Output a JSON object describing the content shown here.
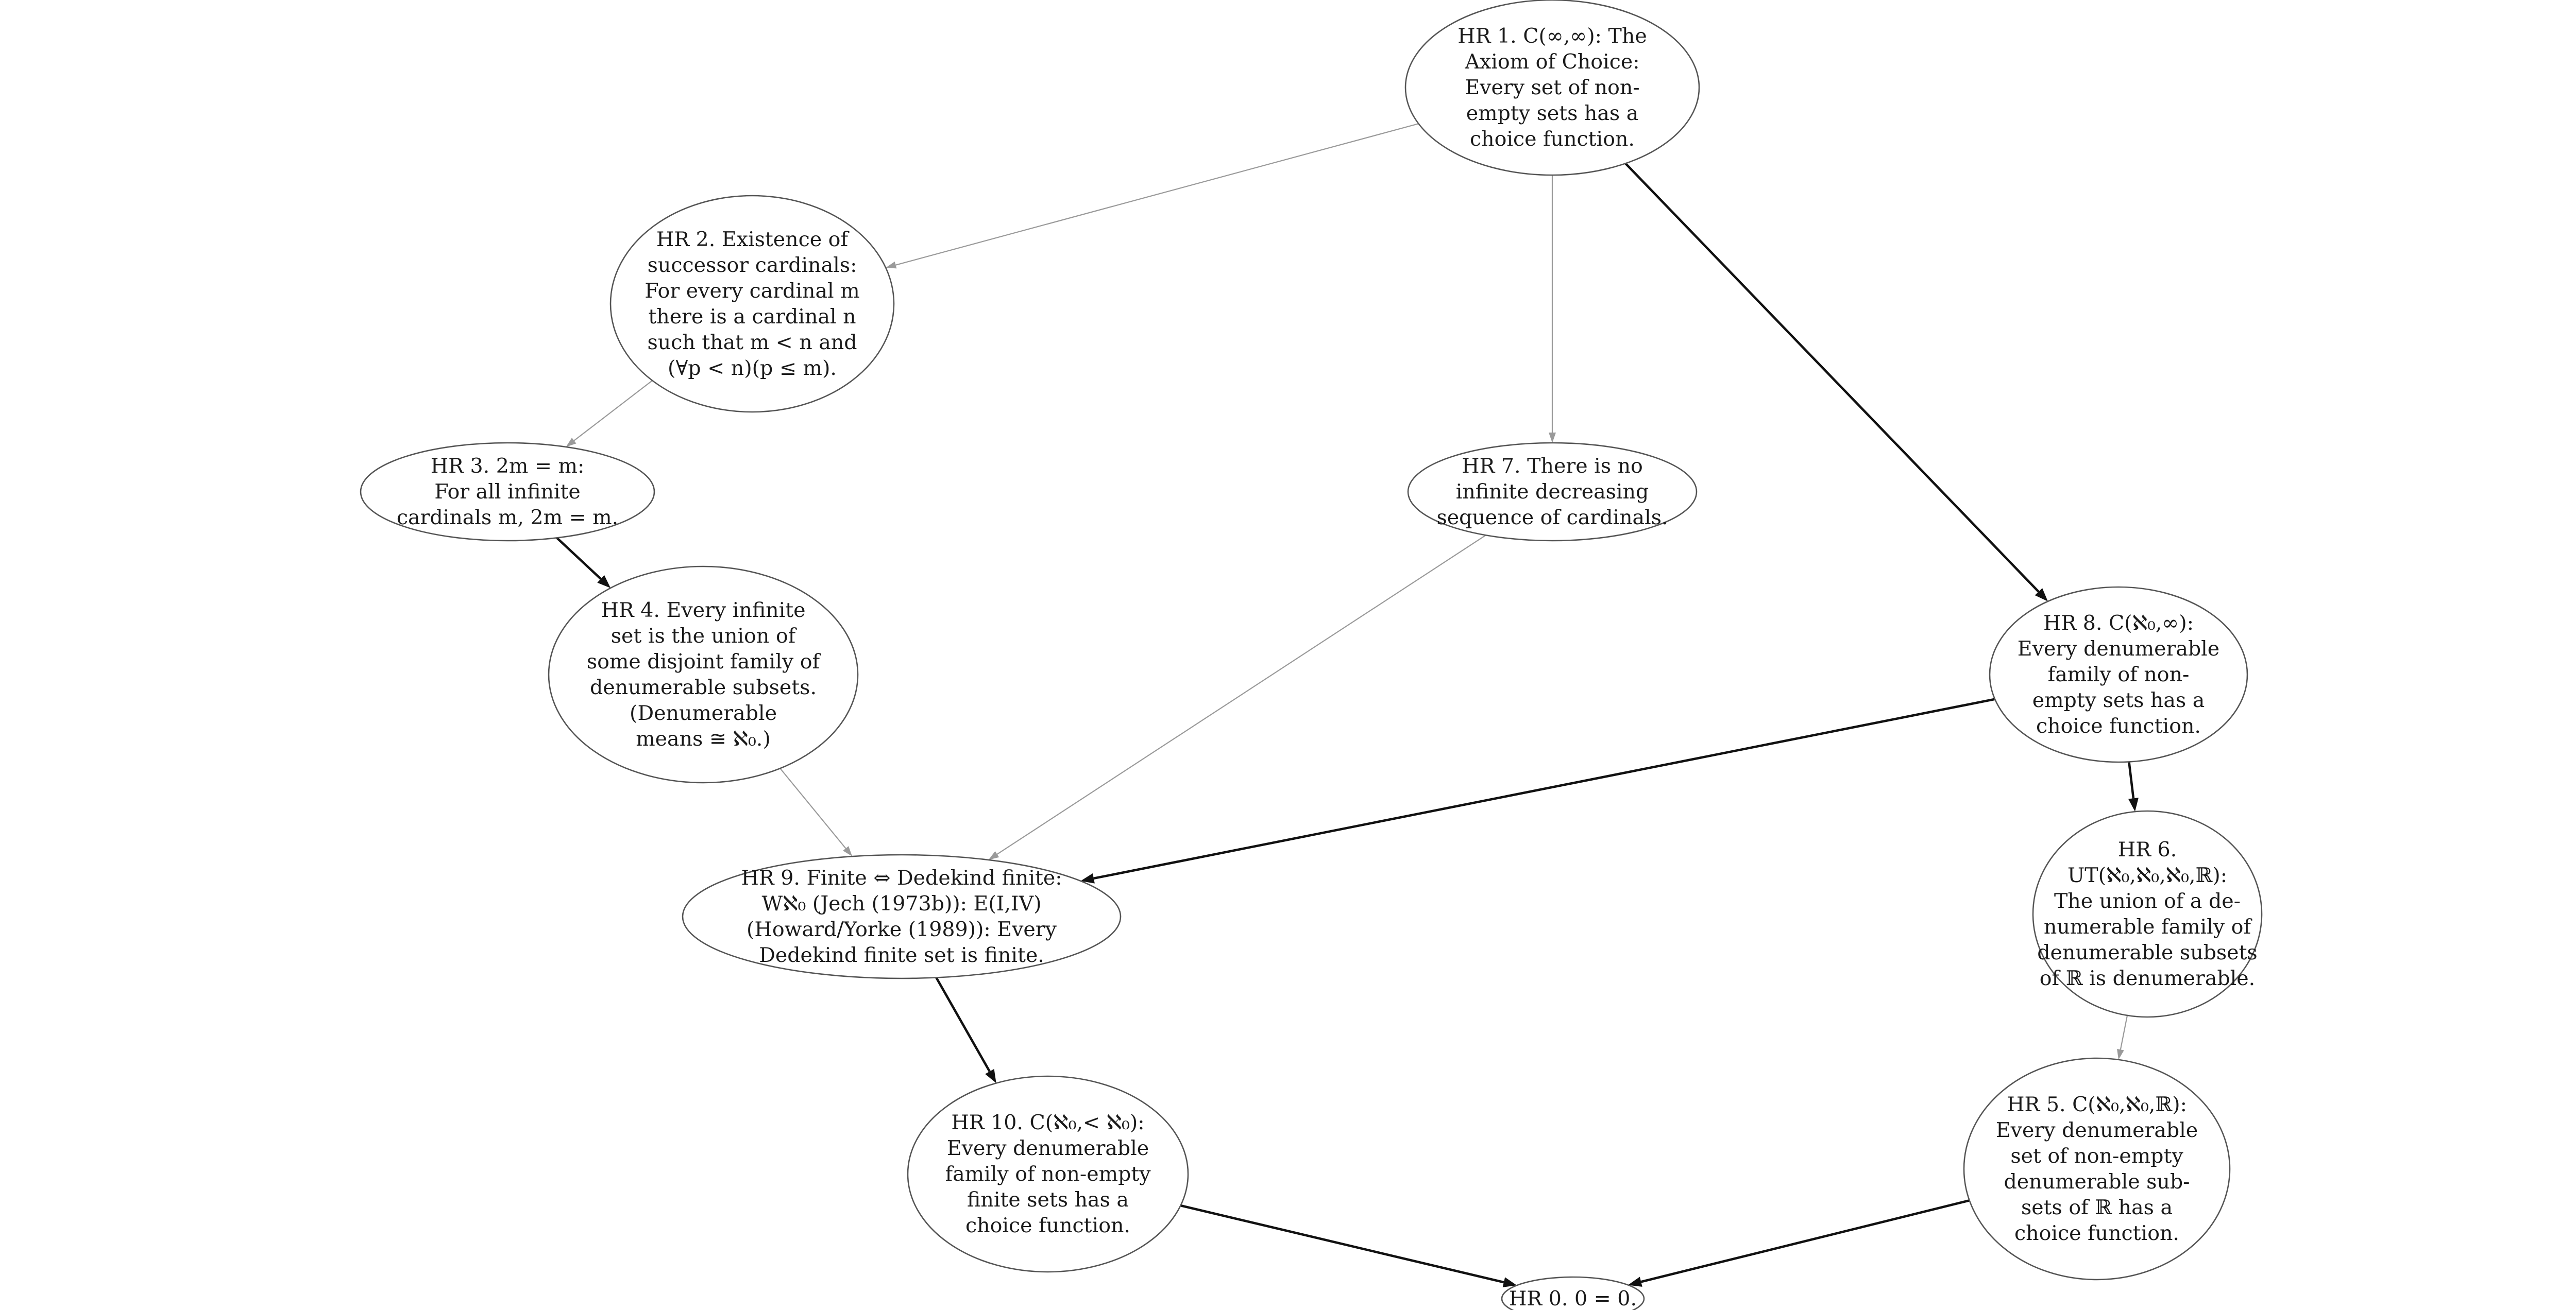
{
  "nodes": {
    "hr1": {
      "lines": [
        "HR 1. C(∞,∞): The",
        "Axiom of Choice:",
        "Every set of non-",
        "empty sets has a",
        "choice function."
      ]
    },
    "hr2": {
      "lines": [
        "HR 2. Existence of",
        "successor cardinals:",
        "For every cardinal m",
        "there is a cardinal n",
        "such that m < n and",
        "(∀p < n)(p ≤ m)."
      ]
    },
    "hr3": {
      "lines": [
        "HR 3. 2m = m:",
        "For all infinite",
        "cardinals m, 2m = m."
      ]
    },
    "hr4": {
      "lines": [
        "HR 4. Every infinite",
        "set is the union of",
        "some disjoint family of",
        "denumerable subsets.",
        "(Denumerable",
        "means ≅ ℵ₀.)"
      ]
    },
    "hr7": {
      "lines": [
        "HR 7. There is no",
        "infinite decreasing",
        "sequence of cardinals."
      ]
    },
    "hr8": {
      "lines": [
        "HR 8. C(ℵ₀,∞):",
        "Every denumerable",
        "family of non-",
        "empty sets has a",
        "choice function."
      ]
    },
    "hr9": {
      "lines": [
        "HR 9. Finite ⇔ Dedekind finite:",
        "Wℵ₀ (Jech (1973b)): E(I,IV)",
        "(Howard/Yorke (1989)): Every",
        "Dedekind finite set is finite."
      ]
    },
    "hr6": {
      "lines": [
        "HR 6.",
        "UT(ℵ₀,ℵ₀,ℵ₀,ℝ):",
        "The union of a de-",
        "numerable family of",
        "denumerable subsets",
        "of ℝ is denumerable."
      ]
    },
    "hr10": {
      "lines": [
        "HR 10. C(ℵ₀,< ℵ₀):",
        "Every denumerable",
        "family of non-empty",
        "finite sets has a",
        "choice function."
      ]
    },
    "hr5": {
      "lines": [
        "HR 5. C(ℵ₀,ℵ₀,ℝ):",
        "Every denumerable",
        "set of non-empty",
        "denumerable sub-",
        "sets of ℝ has a",
        "choice function."
      ]
    },
    "hr0": {
      "lines": [
        "HR 0. 0 = 0."
      ]
    }
  },
  "edges": [
    {
      "from": "hr1",
      "to": "hr2",
      "weight": "thin"
    },
    {
      "from": "hr1",
      "to": "hr7",
      "weight": "thin"
    },
    {
      "from": "hr1",
      "to": "hr8",
      "weight": "thick"
    },
    {
      "from": "hr2",
      "to": "hr3",
      "weight": "thin"
    },
    {
      "from": "hr3",
      "to": "hr4",
      "weight": "thick"
    },
    {
      "from": "hr4",
      "to": "hr9",
      "weight": "thin"
    },
    {
      "from": "hr7",
      "to": "hr9",
      "weight": "thin"
    },
    {
      "from": "hr8",
      "to": "hr9",
      "weight": "thick"
    },
    {
      "from": "hr8",
      "to": "hr6",
      "weight": "thick"
    },
    {
      "from": "hr6",
      "to": "hr5",
      "weight": "thin"
    },
    {
      "from": "hr9",
      "to": "hr10",
      "weight": "thick"
    },
    {
      "from": "hr10",
      "to": "hr0",
      "weight": "thick"
    },
    {
      "from": "hr5",
      "to": "hr0",
      "weight": "thick"
    }
  ]
}
